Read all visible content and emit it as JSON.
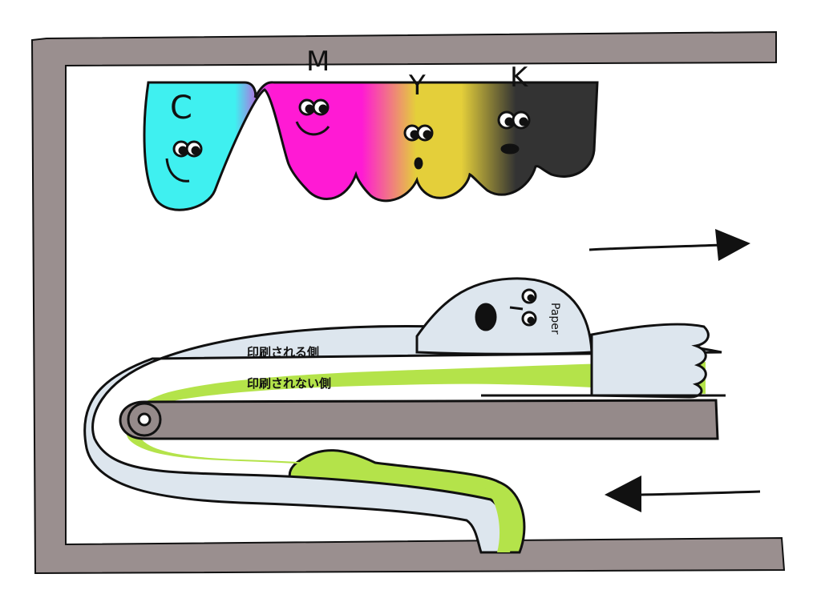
{
  "colors": {
    "frame": "#9a8f8f",
    "cyan": "#3ff0f0",
    "magenta": "#ff1ad4",
    "yellow": "#e4cf3a",
    "black": "#333333",
    "paper_base": "#dde6ee",
    "paper_underside": "#b4e34a",
    "roller": "#958a8a",
    "outline": "#111111"
  },
  "inks": [
    {
      "letter": "C"
    },
    {
      "letter": "M"
    },
    {
      "letter": "Y"
    },
    {
      "letter": "K"
    }
  ],
  "paper": {
    "character_label": "Paper",
    "printed_side_label": "印刷される側",
    "unprinted_side_label": "印刷されない側"
  },
  "arrows": [
    {
      "direction": "right"
    },
    {
      "direction": "left"
    }
  ]
}
